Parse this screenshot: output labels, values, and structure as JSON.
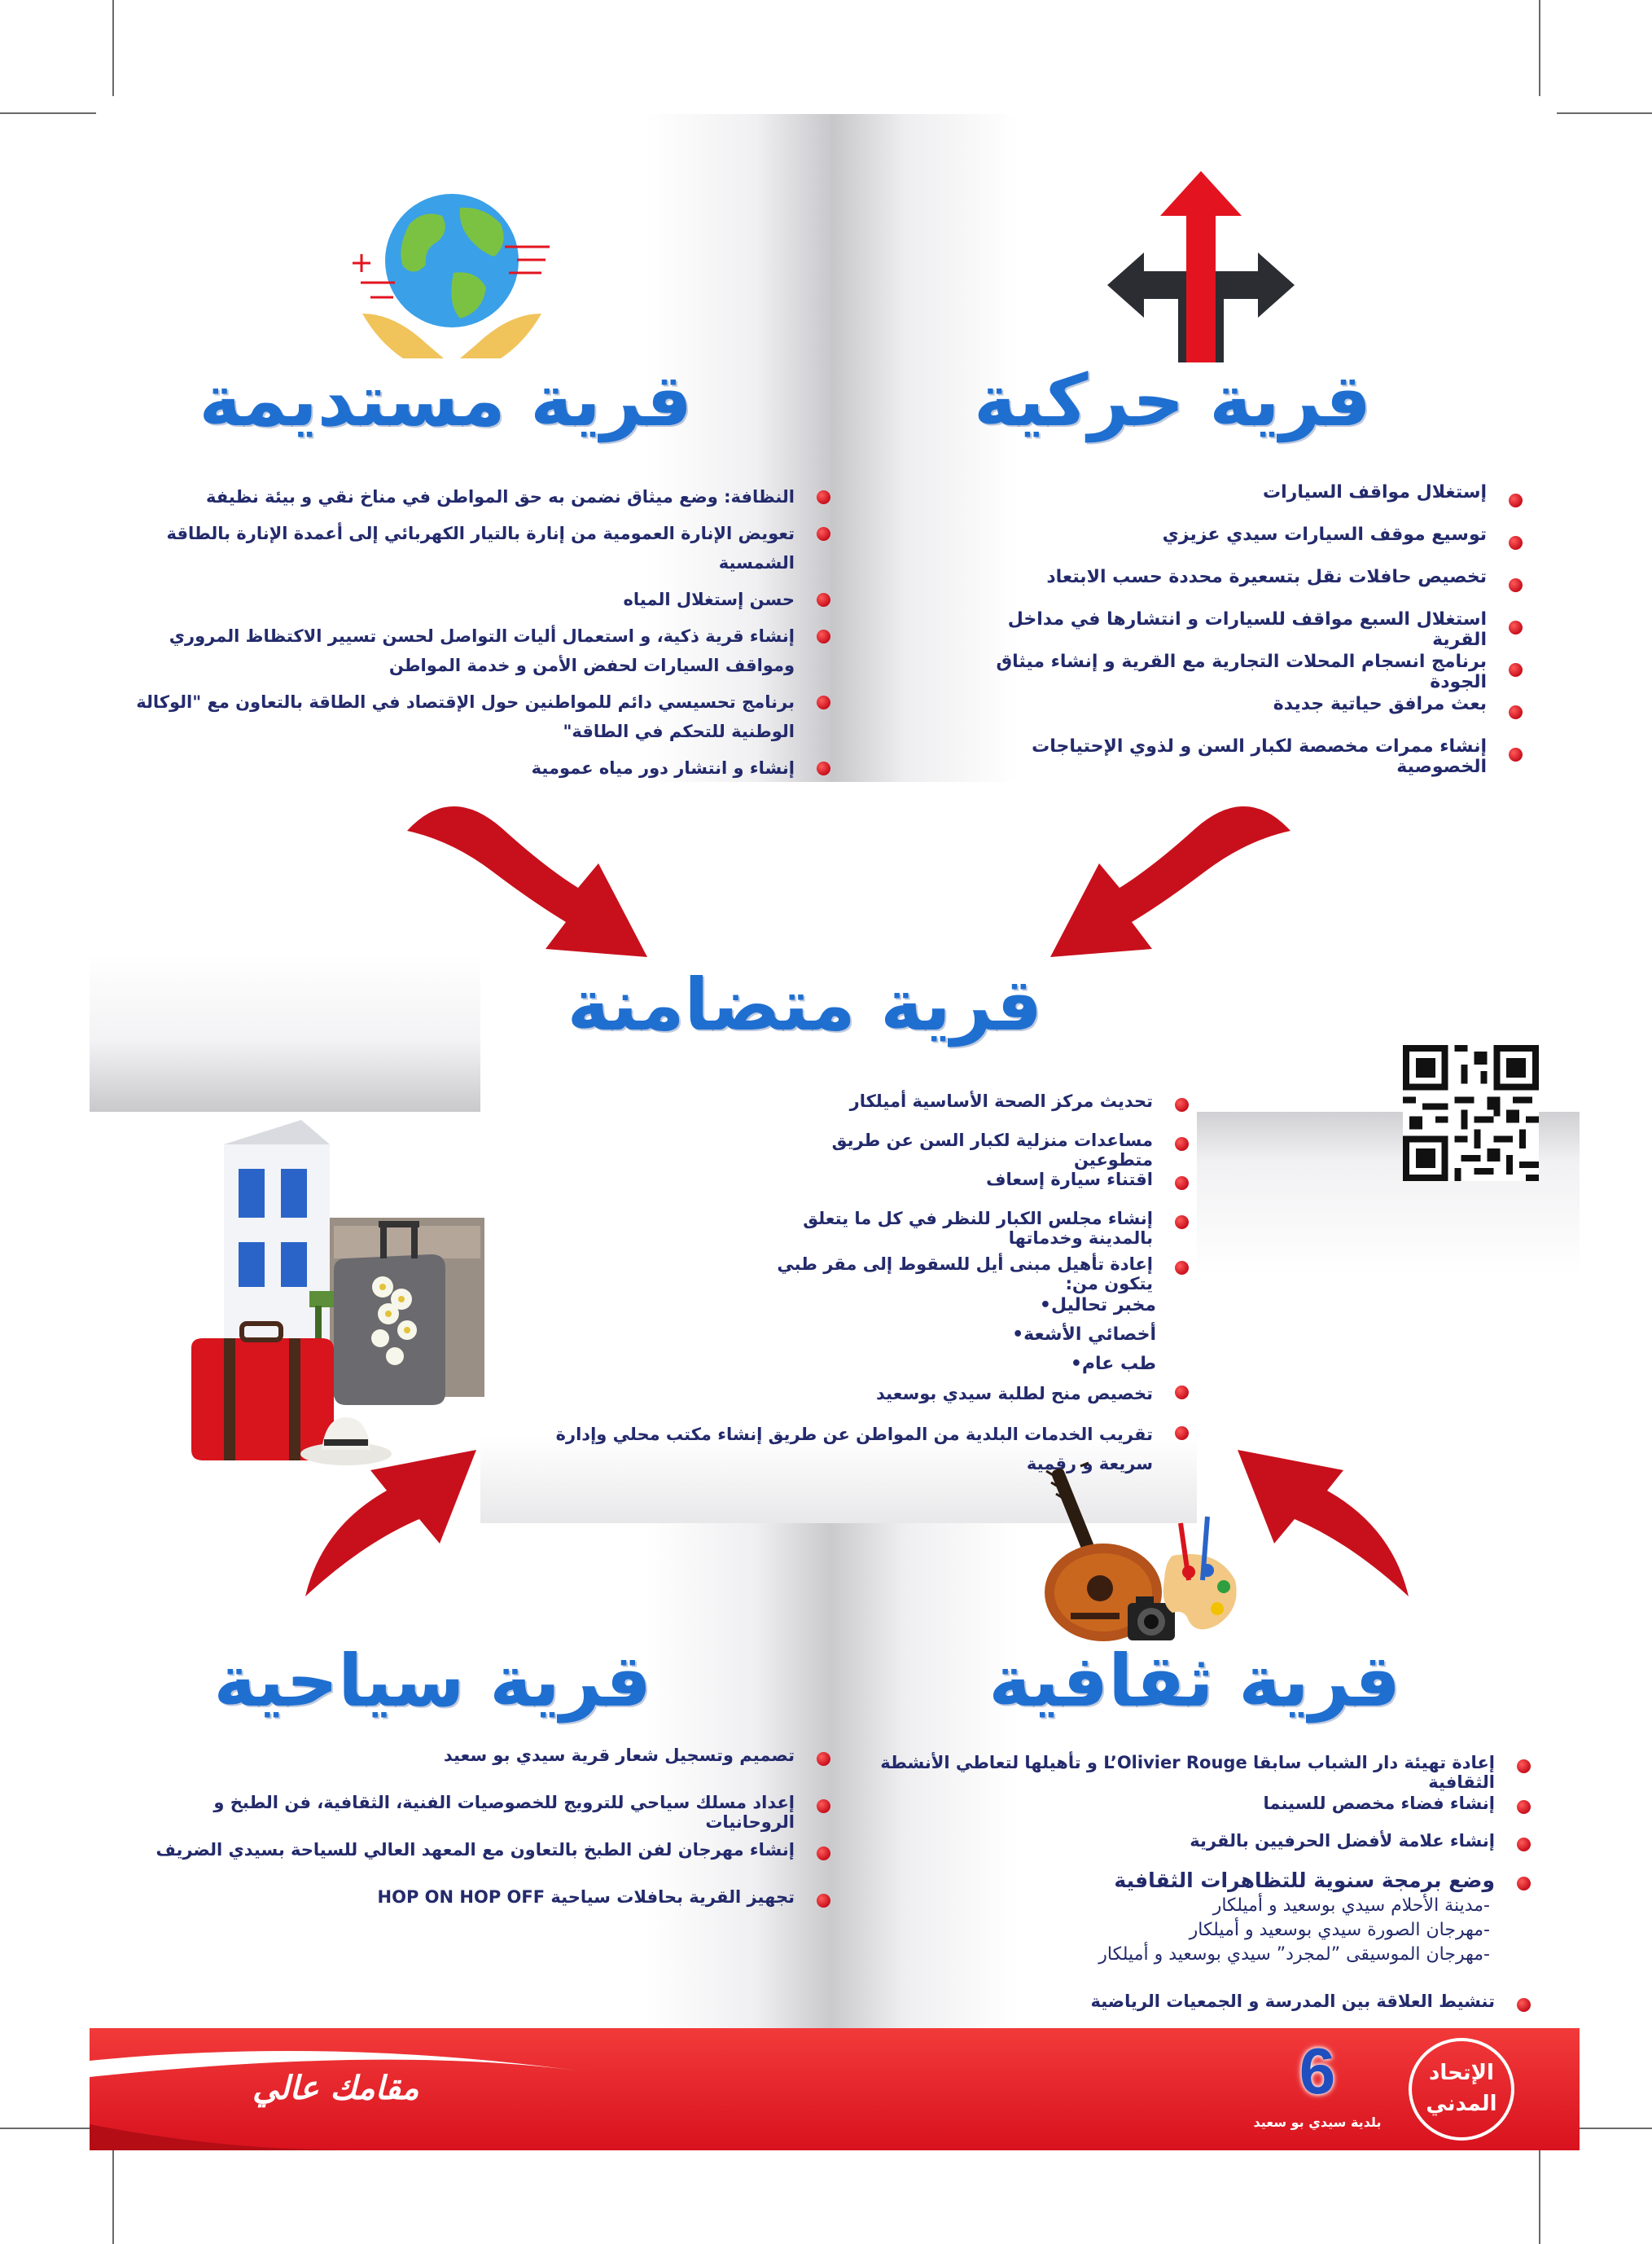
{
  "sections": {
    "mobility": {
      "title": "قرية حركية",
      "items": [
        "إستغلال مواقف السيارات",
        "توسيع موقف السيارات سيدي عزيزي",
        "تخصيص حافلات نقل بتسعيرة محددة حسب الابتعاد",
        "استغلال السبع مواقف للسيارات و انتشارها في مداخل القرية",
        "برنامج انسجام المحلات التجارية مع القرية و إنشاء ميثاق الجودة",
        "بعث مرافق حياتية جديدة",
        "إنشاء ممرات مخصصة لكبار السن و لذوي الإحتياجات الخصوصية"
      ]
    },
    "sustainable": {
      "title": "قرية مستديمة",
      "items": [
        "النظافة: وضع ميثاق نضمن به حق المواطن في مناخ نقي و بيئة نظيفة",
        "تعويض الإنارة العمومية من إنارة بالتيار الكهربائي إلى أعمدة الإنارة بالطاقة الشمسية",
        "حسن إستغلال المياه",
        "إنشاء قرية ذكية، و استعمال أليات التواصل لحسن تسيير الاكتظاظ المروري ومواقف السيارات لحفض الأمن و خدمة المواطن",
        "برنامج تحسيسي دائم للمواطنين حول الإقتصاد في الطاقة بالتعاون مع \"الوكالة الوطنية للتحكم في الطاقة\"",
        "إنشاء و انتشار دور مياه عمومية"
      ]
    },
    "solidarity": {
      "title": "قرية متضامنة",
      "items": [
        "تحديث مركز الصحة الأساسية أميلكار",
        "مساعدات منزلية لكبار السن عن طريق متطوعين",
        "اقتناء سيارة إسعاف",
        "إنشاء مجلس الكبار للنظر في كل ما يتعلق بالمدينة وخدماتها",
        "إعادة تأهيل مبنى أيل للسقوط إلى مقر طبي يتكون من:"
      ],
      "subitems": [
        "مخبر تحاليل",
        "أخصائي الأشعة",
        "طب عام"
      ],
      "items_after": [
        "تخصيص منح لطلبة سيدي بوسعيد",
        "تقريب الخدمات البلدية من المواطن عن طريق إنشاء مكتب محلي وإدارة سريعة و رقمية"
      ]
    },
    "tourism": {
      "title": "قرية سياحية",
      "items": [
        "تصميم وتسجيل شعار قرية سيدي بو سعيد",
        "إعداد مسلك سياحي للترويج للخصوصيات الفنية، الثقافية، فن الطبخ و الروحانيات",
        "إنشاء مهرجان لفن الطبخ بالتعاون مع المعهد العالي للسياحة بسيدي الضريف",
        "تجهيز القرية بحافلات سياحية  HOP ON HOP OFF"
      ]
    },
    "culture": {
      "title": "قرية ثقافية",
      "items": [
        "إعادة تهيئة دار الشباب سابقا  L’Olivier Rouge  و تأهيلها لتعاطي الأنشطة الثقافية",
        "إنشاء فضاء مخصص للسينما",
        "إنشاء علامة لأفضل الحرفيين بالقرية",
        "وضع برمجة سنوية للتظاهرات الثقافية"
      ],
      "subitems": [
        "-مدينة الأحلام سيدي بوسعيد و أميلكار",
        "-مهرجان الصورة سيدي بوسعيد و أميلكار",
        "-مهرجان الموسيقى ”لمجرد” سيدي بوسعيد و أميلكار"
      ],
      "items_after": [
        "تنشيط العلاقة بين المدرسة و الجمعيات الرياضية"
      ]
    }
  },
  "footer": {
    "page_number": "6",
    "caption": "بلدية سيدي بو سعيد",
    "logo_text_1": "الإتحاد",
    "logo_text_2": "المدني",
    "signature": "مقامك عالي"
  },
  "colors": {
    "title_blue": "#1f6fd1",
    "text_navy": "#232a6b",
    "bullet_red": "#c8101c",
    "footer_red": "#e01f27"
  },
  "icons": {
    "mobility": "crossroads-arrows-icon",
    "sustainable": "globe-in-hands-icon",
    "solidarity": "qr-code",
    "tourism": "luggage-house-icon",
    "culture": "oud-camera-palette-icon"
  }
}
